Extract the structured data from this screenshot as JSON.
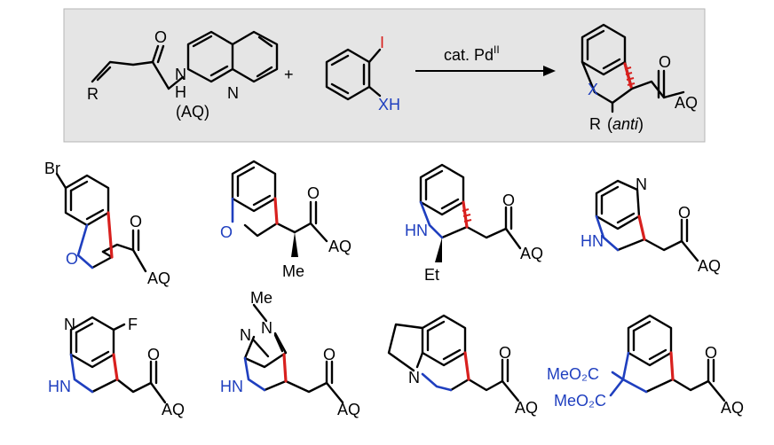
{
  "scheme": {
    "aq_label": "(AQ)",
    "r_label": "R",
    "h_label": "H",
    "n_label": "N",
    "o_label": "O",
    "plus": "+",
    "iodo_label": "I",
    "xh_label": "XH",
    "arrow_label_main": "cat. Pd",
    "arrow_label_sup": "II",
    "product_x_label": "X",
    "product_aq_label": "AQ",
    "product_r_label": "R",
    "product_anti_label": "anti"
  },
  "examples": {
    "e1": {
      "br": "Br",
      "o_ring": "O",
      "o_carbonyl": "O",
      "aq": "AQ"
    },
    "e2": {
      "o_ring": "O",
      "o_carbonyl": "O",
      "aq": "AQ",
      "me": "Me"
    },
    "e3": {
      "hn": "HN",
      "o_carbonyl": "O",
      "aq": "AQ",
      "et": "Et"
    },
    "e4": {
      "n_pyr": "N",
      "hn": "HN",
      "o_carbonyl": "O",
      "aq": "AQ"
    },
    "e5": {
      "n_pyr": "N",
      "f": "F",
      "hn": "HN",
      "o_carbonyl": "O",
      "aq": "AQ"
    },
    "e6": {
      "me": "Me",
      "n1": "N",
      "n2": "N",
      "hn": "HN",
      "o_carbonyl": "O",
      "aq": "AQ"
    },
    "e7": {
      "n": "N",
      "o_carbonyl": "O",
      "aq": "AQ"
    },
    "e8": {
      "ester1": "MeO₂C",
      "ester2": "MeO₂C",
      "o_carbonyl": "O",
      "aq": "AQ"
    }
  },
  "colors": {
    "panel_bg": "#e5e5e5",
    "highlight_red": "#d8201e",
    "heteroatom_blue": "#1f3fbf"
  }
}
